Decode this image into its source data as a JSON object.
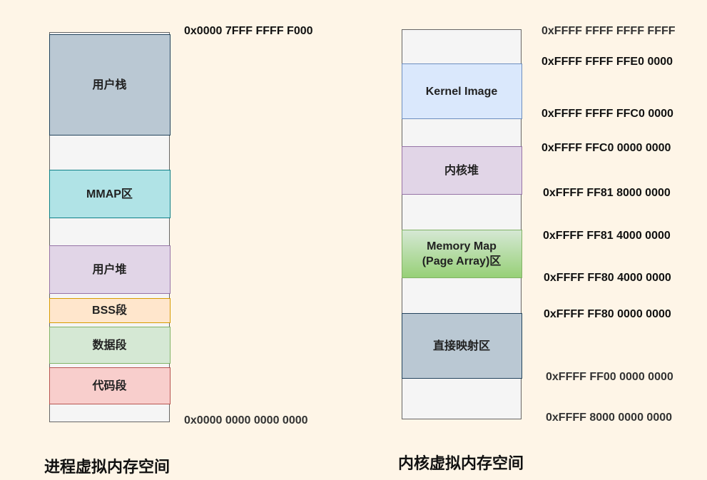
{
  "process_space": {
    "title": "进程虚拟内存空间",
    "segments": [
      {
        "label": "用户栈",
        "fill": "#bac8d3",
        "stroke": "#23445d"
      },
      {
        "label": "MMAP区",
        "fill": "#b0e3e6",
        "stroke": "#0e8088"
      },
      {
        "label": "用户堆",
        "fill": "#e1d5e7",
        "stroke": "#9673a6"
      },
      {
        "label": "BSS段",
        "fill": "#ffe6cc",
        "stroke": "#d79b00"
      },
      {
        "label": "数据段",
        "fill": "#d5e8d4",
        "stroke": "#82b366"
      },
      {
        "label": "代码段",
        "fill": "#f8cecc",
        "stroke": "#b85450"
      }
    ],
    "addresses": [
      "0x0000 7FFF FFFF F000",
      "0x0000 0000 0000 0000"
    ]
  },
  "kernel_space": {
    "title": "内核虚拟内存空间",
    "segments": [
      {
        "label": "Kernel Image",
        "fill": "#dae8fc",
        "stroke": "#6c8ebf"
      },
      {
        "label": "内核堆",
        "fill": "#e1d5e7",
        "stroke": "#9673a6"
      },
      {
        "label": "Memory Map\n(Page Array)区",
        "fill": "#d5e8d4",
        "stroke": "#82b366"
      },
      {
        "label": "直接映射区",
        "fill": "#bac8d3",
        "stroke": "#23445d"
      }
    ],
    "addresses": [
      "0xFFFF FFFF FFFF FFFF",
      "0xFFFF FFFF FFE0 0000",
      "0xFFFF FFFF FFC0 0000",
      "0xFFFF FFC0 0000 0000",
      "0xFFFF FF81 8000 0000",
      "0xFFFF FF81 4000 0000",
      "0xFFFF FF80 4000 0000",
      "0xFFFF FF80 0000 0000",
      "0xFFFF FF00 0000 0000",
      "0xFFFF 8000 0000 0000"
    ]
  }
}
